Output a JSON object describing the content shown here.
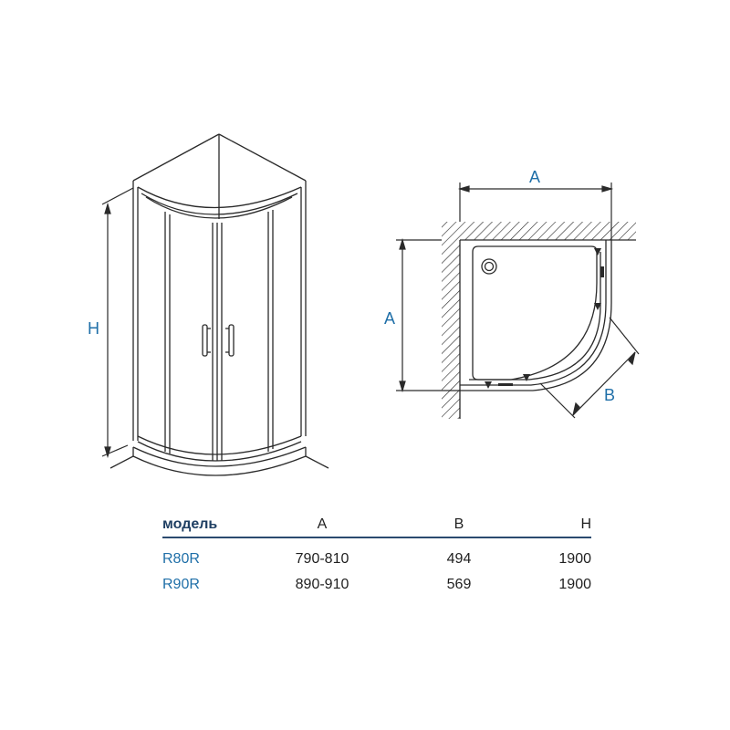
{
  "colors": {
    "accent": "#1f6fa8",
    "line": "#2a2a2a",
    "table_rule": "#2b4a6f"
  },
  "labels": {
    "height": "H",
    "width_top": "A",
    "width_side": "A",
    "depth": "B"
  },
  "table": {
    "headers": {
      "model": "модель",
      "a": "A",
      "b": "B",
      "h": "H"
    },
    "rows": [
      {
        "model": "R80R",
        "a": "790-810",
        "b": "494",
        "h": "1900"
      },
      {
        "model": "R90R",
        "a": "890-910",
        "b": "569",
        "h": "1900"
      }
    ]
  }
}
